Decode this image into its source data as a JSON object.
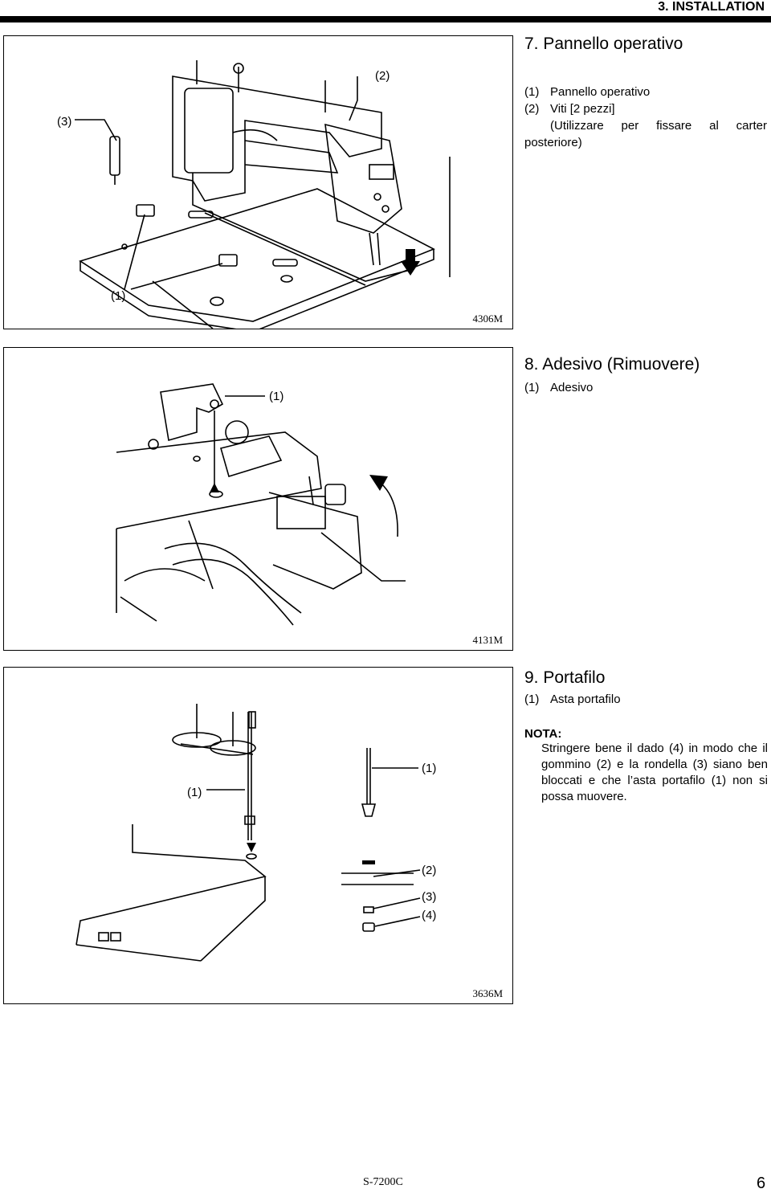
{
  "header": {
    "title": "3. INSTALLATION"
  },
  "sections": [
    {
      "title": "7. Pannello operativo",
      "items": [
        {
          "num": "(1)",
          "text": "Pannello operativo"
        },
        {
          "num": "(2)",
          "text": "Viti [2 pezzi]"
        }
      ],
      "note_line1": "(Utilizzare per fissare al carter",
      "note_line2": "posteriore)",
      "figure": {
        "code": "4306M",
        "callouts": [
          "(1)",
          "(2)",
          "(3)"
        ]
      }
    },
    {
      "title": "8. Adesivo (Rimuovere)",
      "items": [
        {
          "num": "(1)",
          "text": "Adesivo"
        }
      ],
      "figure": {
        "code": "4131M",
        "callouts": [
          "(1)"
        ]
      }
    },
    {
      "title": "9. Portafilo",
      "items": [
        {
          "num": "(1)",
          "text": "Asta portafilo"
        }
      ],
      "nota": {
        "label": "NOTA:",
        "text": "Stringere bene il dado (4) in modo che il gommino (2) e la rondella (3) siano ben bloccati e che l’asta portafilo (1) non si possa muovere."
      },
      "figure": {
        "code": "3636M",
        "callouts": [
          "(1)",
          "(1)",
          "(2)",
          "(3)",
          "(4)"
        ]
      }
    }
  ],
  "footer": {
    "model": "S-7200C",
    "page": "6"
  }
}
